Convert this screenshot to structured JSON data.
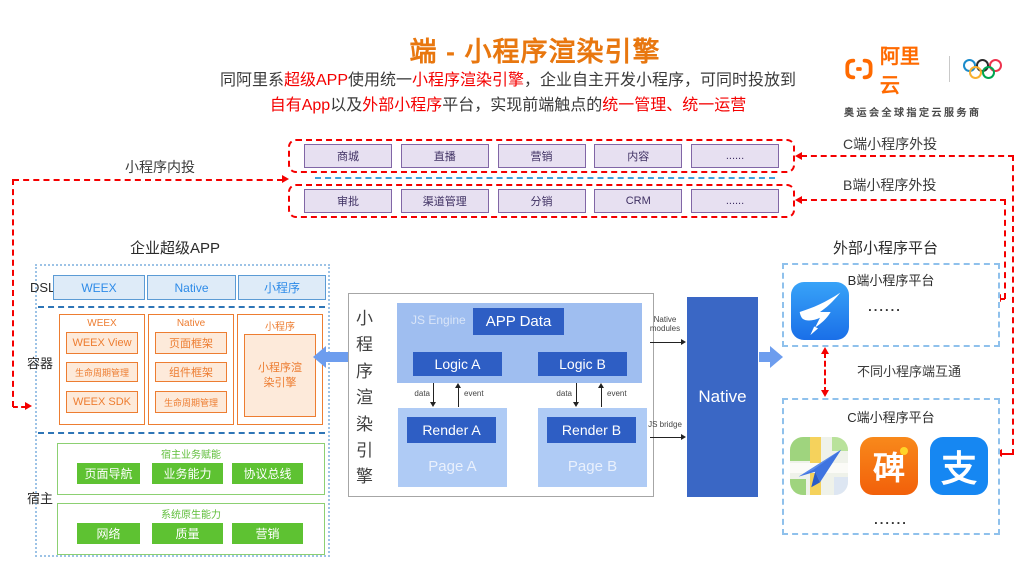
{
  "colors": {
    "title_orange": "#E8770F",
    "accent_red": "#F40000",
    "brand_orange": "#FF6A00",
    "purple_border": "#8166A6",
    "logic_blue": "#2E5EC4",
    "js_engine_blue": "#9FBEF0",
    "native_blue": "#3A67C5",
    "green": "#5EC232",
    "container_orange": "#ED7D31",
    "dsl_blue": "#5B9BD5"
  },
  "header": {
    "title": "端 - 小程序渲染引擎",
    "line1": [
      "同阿里系",
      "超级APP",
      "使用统一",
      "小程序渲染引擎",
      "，企业自主开发小程序，可同时投放到"
    ],
    "line2": [
      "自有App",
      "以及",
      "外部小程序",
      "平台，实现前端触点的",
      "统一管理、统一运营"
    ],
    "logo_brand": "阿里云",
    "logo_tagline": "奥运会全球指定云服务商"
  },
  "distribution": {
    "internal_label": "小程序内投",
    "c_external_label": "C端小程序外投",
    "b_external_label": "B端小程序外投",
    "c_row": [
      "商城",
      "直播",
      "营销",
      "内容",
      "......"
    ],
    "b_row": [
      "审批",
      "渠道管理",
      "分销",
      "CRM",
      "......"
    ]
  },
  "super_app": {
    "heading": "企业超级APP",
    "dsl_label": "DSL",
    "dsl_items": [
      "WEEX",
      "Native",
      "小程序"
    ],
    "container_label": "容器",
    "weex_col": {
      "header": "WEEX",
      "items": [
        "WEEX View",
        "生命周期管理",
        "WEEX SDK"
      ]
    },
    "native_col": {
      "header": "Native",
      "items": [
        "页面框架",
        "组件框架",
        "生命周期管理"
      ]
    },
    "mini_col": {
      "header": "小程序",
      "engine": "小程序渲染引擎"
    },
    "host_label": "宿主",
    "host_biz": {
      "header": "宿主业务赋能",
      "items": [
        "页面导航",
        "业务能力",
        "协议总线"
      ]
    },
    "host_sys": {
      "header": "系统原生能力",
      "items": [
        "网络",
        "质量",
        "营销"
      ]
    }
  },
  "engine": {
    "vertical_title": "小程序渲染引擎",
    "js_engine": "JS Engine",
    "app_data": "APP Data",
    "logic_a": "Logic A",
    "logic_b": "Logic B",
    "render_a": "Render A",
    "render_b": "Render B",
    "page_a": "Page A",
    "page_b": "Page B",
    "data_label": "data",
    "event_label": "event",
    "native_modules": "Native modules",
    "js_bridge": "JS bridge",
    "native": "Native"
  },
  "external": {
    "heading": "外部小程序平台",
    "b_title": "B端小程序平台",
    "b_more": "......",
    "interop": "不同小程序端互通",
    "c_title": "C端小程序平台",
    "c_more": "......",
    "alipay_glyph": "支",
    "koubei_glyph": "碑"
  }
}
